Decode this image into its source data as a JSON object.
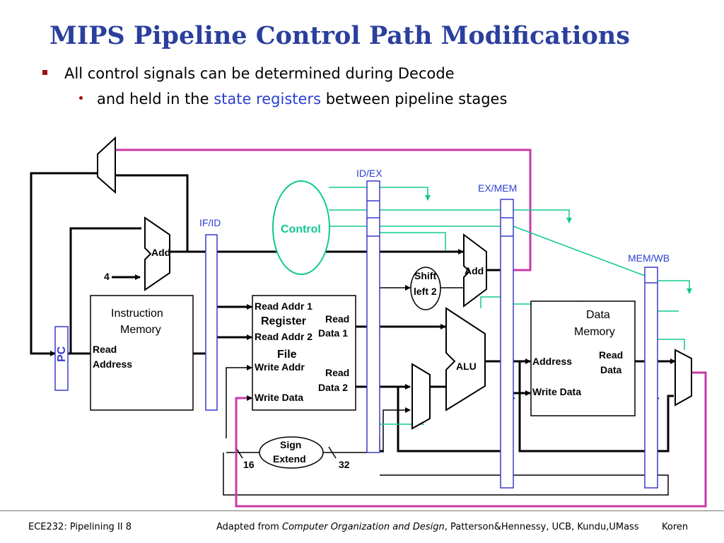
{
  "slide": {
    "title": "MIPS Pipeline Control Path Modifications",
    "bullet1": "All control signals can be determined during Decode",
    "bullet2_pre": "and held in the ",
    "bullet2_hl": "state registers",
    "bullet2_post": " between pipeline stages"
  },
  "diagram": {
    "if_id": "IF/ID",
    "id_ex": "ID/EX",
    "ex_mem": "EX/MEM",
    "mem_wb": "MEM/WB",
    "control": "Control",
    "add": "Add",
    "four": "4",
    "pc": "PC",
    "instr_mem_1": "Instruction",
    "instr_mem_2": "Memory",
    "read_1": "Read",
    "address": "Address",
    "read_addr_1": "Read Addr 1",
    "register": "Register",
    "read_addr_2": "Read Addr 2",
    "file": "File",
    "write_addr": "Write Addr",
    "write_data": "Write Data",
    "read_data_1a": "Read",
    "read_data_1b": "Data 1",
    "read_data_2a": "Read",
    "read_data_2b": "Data 2",
    "shift_1": "Shift",
    "shift_2": "left 2",
    "add2": "Add",
    "alu": "ALU",
    "data_mem_1": "Data",
    "data_mem_2": "Memory",
    "dm_address": "Address",
    "dm_write_data": "Write Data",
    "dm_read_1": "Read",
    "dm_read_2": "Data",
    "sign_1": "Sign",
    "sign_2": "Extend",
    "w16": "16",
    "w32": "32"
  },
  "footer": {
    "left": "ECE232: Pipelining II 8",
    "mid_pre": "Adapted from ",
    "mid_it": "Computer Organization and Design",
    "mid_post": ", Patterson&Hennessy, UCB, Kundu,UMass",
    "right": "Koren"
  },
  "colors": {
    "title": "#2b3f9c",
    "pipeline_reg_border": "#3a3acc",
    "control_signal": "#10c890",
    "writeback_path": "#c83aa8"
  }
}
